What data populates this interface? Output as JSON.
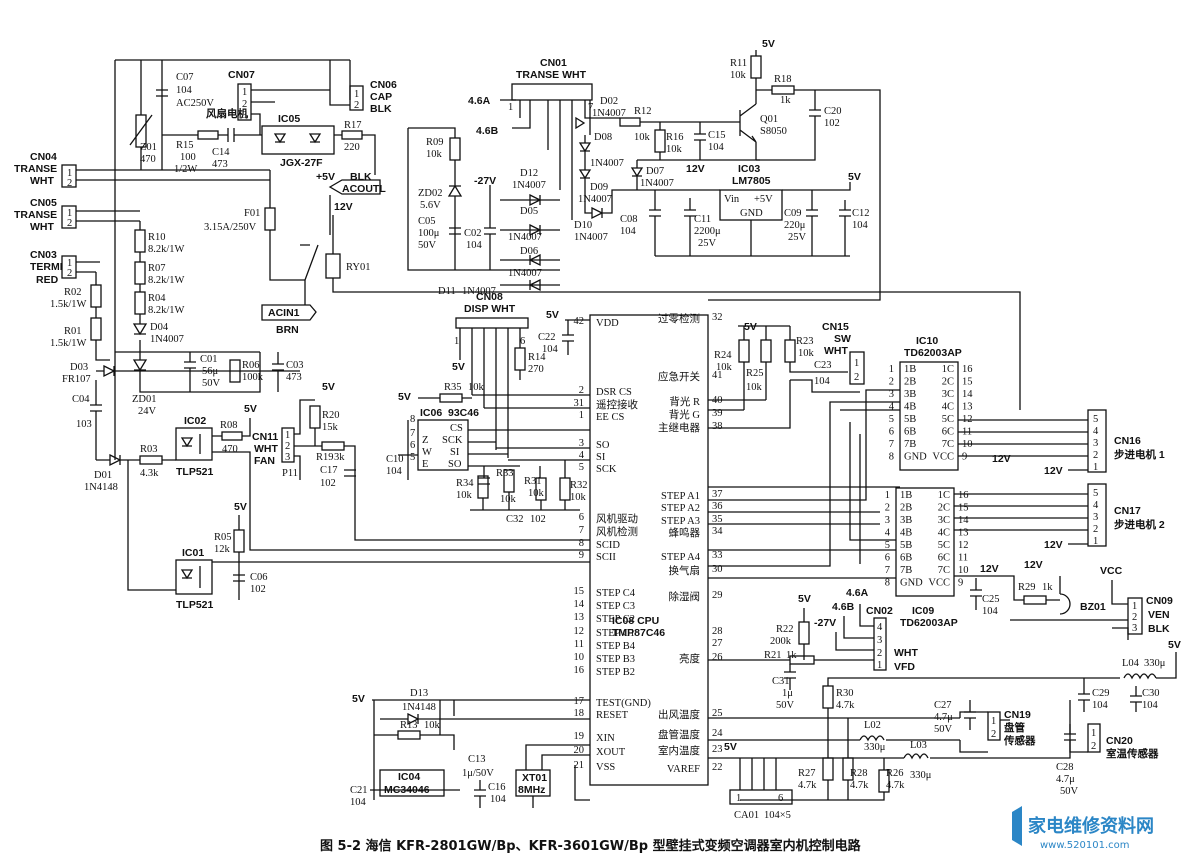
{
  "caption": "图 5-2  海信 KFR-2801GW/Bp、KFR-3601GW/Bp 型壁挂式变频空调器室内机控制电路",
  "watermark": {
    "title": "家电维修资料网",
    "url": "www.520101.com"
  },
  "connectors": {
    "CN04": [
      "CN04",
      "TRANSE",
      "WHT"
    ],
    "CN05": [
      "CN05",
      "TRANSE",
      "WHT"
    ],
    "CN03": [
      "CN03",
      "TERMI",
      "RED"
    ],
    "CN07": "CN07",
    "CN06": [
      "CN06",
      "CAP",
      "BLK"
    ],
    "CN01": [
      "CN01",
      "TRANSE WHT"
    ],
    "CN08": [
      "CN08",
      "DISP  WHT"
    ],
    "CN11": [
      "CN11",
      "WHT",
      "FAN"
    ],
    "CN15": [
      "CN15",
      "SW",
      "WHT"
    ],
    "CN16": [
      "CN16",
      "步进电机 1"
    ],
    "CN17": [
      "CN17",
      "步进电机 2"
    ],
    "CN09": [
      "CN09",
      "VEN",
      "BLK"
    ],
    "CN02": [
      "CN02",
      "WHT",
      "VFD"
    ],
    "CN19": [
      "CN19",
      "盘管",
      "传感器"
    ],
    "CN20": [
      "CN20",
      "室温传感器"
    ]
  },
  "labels": {
    "ACOUTL": "ACOUTL",
    "ACIN1": "ACIN1",
    "BRN": "BRN",
    "BLK": "BLK",
    "fan_motor": "风扇电机",
    "v5": "5V",
    "v12": "12V",
    "plus5": "+5V",
    "m27": "-27V",
    "a46a": "4.6A",
    "a46b": "4.6B",
    "vcc": "VCC"
  },
  "components": {
    "C07": [
      "C07",
      "104",
      "AC250V"
    ],
    "Z01": [
      "Z01",
      "470"
    ],
    "R15": [
      "R15",
      "100",
      "1/2W"
    ],
    "C14": [
      "C14",
      "473"
    ],
    "IC05": [
      "IC05",
      "JGX-27F"
    ],
    "R17": [
      "R17",
      "220"
    ],
    "F01": [
      "F01",
      "3.15A/250V"
    ],
    "RY01": "RY01",
    "R10": [
      "R10",
      "8.2k/1W"
    ],
    "R07": [
      "R07",
      "8.2k/1W"
    ],
    "R04": [
      "R04",
      "8.2k/1W"
    ],
    "D04": [
      "D04",
      "1N4007"
    ],
    "R02": [
      "R02",
      "1.5k/1W"
    ],
    "R01": [
      "R01",
      "1.5k/1W"
    ],
    "D03": [
      "D03",
      "FR107"
    ],
    "C01": [
      "C01",
      "56μ",
      "50V"
    ],
    "R06": [
      "R06",
      "100k"
    ],
    "C03": [
      "C03",
      "473"
    ],
    "ZD01": [
      "ZD01",
      "24V"
    ],
    "C04": [
      "C04",
      "103"
    ],
    "D01": [
      "D01",
      "1N4148"
    ],
    "R03": [
      "R03",
      "4.3k"
    ],
    "IC02": [
      "IC02",
      "TLP521"
    ],
    "R08": [
      "R08",
      "470"
    ],
    "R20": [
      "R20",
      "15k"
    ],
    "R19": [
      "R19",
      "3k"
    ],
    "C17": [
      "C17",
      "102"
    ],
    "P11": "P11",
    "R05": [
      "R05",
      "12k"
    ],
    "C06": [
      "C06",
      "102"
    ],
    "IC01": [
      "IC01",
      "TLP521"
    ],
    "R09": [
      "R09",
      "10k"
    ],
    "ZD02": [
      "ZD02",
      "5.6V"
    ],
    "C05": [
      "C05",
      "100μ",
      "50V"
    ],
    "C02": [
      "C02",
      "104"
    ],
    "D12": [
      "D12",
      "1N4007"
    ],
    "D05": [
      "D05",
      "1N4007"
    ],
    "D06": [
      "D06",
      "1N4007"
    ],
    "D11": [
      "D11",
      "1N4007"
    ],
    "D02": [
      "D02",
      "1N4007"
    ],
    "D08": [
      "D08",
      "1N4007"
    ],
    "D09": [
      "D09",
      "1N4007"
    ],
    "D10": [
      "D10",
      "1N4007"
    ],
    "D07": [
      "D07",
      "1N4007"
    ],
    "R12": [
      "R12",
      "10k"
    ],
    "R16": [
      "R16",
      "10k"
    ],
    "C15": [
      "C15",
      "104"
    ],
    "R11": [
      "R11",
      "10k"
    ],
    "R18": [
      "R18",
      "1k"
    ],
    "Q01": [
      "Q01",
      "S8050"
    ],
    "C20": [
      "C20",
      "102"
    ],
    "IC03": [
      "IC03",
      "LM7805"
    ],
    "C11": [
      "C11",
      "2200μ",
      "25V"
    ],
    "C08": [
      "C08",
      "104"
    ],
    "C09": [
      "C09",
      "220μ",
      "25V"
    ],
    "C12": [
      "C12",
      "104"
    ],
    "C22": [
      "C22",
      "104"
    ],
    "R14": [
      "R14",
      "270"
    ],
    "R35": [
      "R35",
      "10k"
    ],
    "IC06": [
      "IC06",
      "93C46"
    ],
    "C10": [
      "C10",
      "104"
    ],
    "R34": [
      "R34",
      "10k"
    ],
    "R33": [
      "R33",
      "10k"
    ],
    "R31": [
      "R31",
      "10k"
    ],
    "R32": [
      "R32",
      "10k"
    ],
    "C32": [
      "C32",
      "102"
    ],
    "R24": [
      "R24",
      "10k"
    ],
    "R25": [
      "R25",
      "10k"
    ],
    "R23": [
      "R23",
      "10k"
    ],
    "C23": [
      "C23",
      "104"
    ],
    "IC10": [
      "IC10",
      "TD62003AP"
    ],
    "IC09": [
      "IC09",
      "TD62003AP"
    ],
    "R29": [
      "R29",
      "1k"
    ],
    "BZ01": "BZ01",
    "C25": [
      "C25",
      "104"
    ],
    "R22": [
      "R22",
      "200k"
    ],
    "R21": [
      "R21",
      "1k"
    ],
    "C31": [
      "C31",
      "1μ",
      "50V"
    ],
    "R30": [
      "R30",
      "4.7k"
    ],
    "L02": [
      "L02",
      "330μ"
    ],
    "L03": [
      "L03",
      "330μ"
    ],
    "L04": [
      "L04",
      "330μ"
    ],
    "C27": [
      "C27",
      "4.7μ",
      "50V"
    ],
    "C29": [
      "C29",
      "104"
    ],
    "C30": [
      "C30",
      "104"
    ],
    "C28": [
      "C28",
      "4.7μ",
      "50V"
    ],
    "R27": [
      "R27",
      "4.7k"
    ],
    "R28": [
      "R28",
      "4.7k"
    ],
    "R26": [
      "R26",
      "4.7k"
    ],
    "CA01": [
      "CA01",
      "104×5"
    ],
    "D13": [
      "D13",
      "1N4148"
    ],
    "R13": [
      "R13",
      "10k"
    ],
    "IC04": [
      "IC04",
      "MC34046"
    ],
    "C21": [
      "C21",
      "104"
    ],
    "C13": [
      "C13",
      "1μ/50V"
    ],
    "C16": [
      "C16",
      "104"
    ],
    "XT01": [
      "XT01",
      "8MHz"
    ],
    "IC08": [
      "IC08 CPU",
      "TMP87C46"
    ]
  },
  "cpu_pins_left": [
    {
      "name": "VDD",
      "pin": "42"
    },
    {
      "name": "DSR CS",
      "pin": "2"
    },
    {
      "name": "遥控接收",
      "pin": "31"
    },
    {
      "name": "EE CS",
      "pin": "1"
    },
    {
      "name": "SO",
      "pin": "3"
    },
    {
      "name": "SI",
      "pin": "4"
    },
    {
      "name": "SCK",
      "pin": "5"
    },
    {
      "name": "风机驱动",
      "pin": "6"
    },
    {
      "name": "风机检测",
      "pin": "7"
    },
    {
      "name": "SCID",
      "pin": "8"
    },
    {
      "name": "SCII",
      "pin": "9"
    },
    {
      "name": "STEP C4",
      "pin": "15"
    },
    {
      "name": "STEP C3",
      "pin": "14"
    },
    {
      "name": "STEP C2",
      "pin": "13"
    },
    {
      "name": "STEP C1",
      "pin": "12"
    },
    {
      "name": "STEP B4",
      "pin": "11"
    },
    {
      "name": "STEP B3",
      "pin": "10"
    },
    {
      "name": "STEP B2",
      "pin": "16"
    },
    {
      "name": "TEST(GND)",
      "pin": "17"
    },
    {
      "name": "RESET",
      "pin": "18"
    },
    {
      "name": "XIN",
      "pin": "19"
    },
    {
      "name": "XOUT",
      "pin": "20"
    },
    {
      "name": "VSS",
      "pin": "21"
    }
  ],
  "cpu_pins_right": [
    {
      "name": "过零检测",
      "pin": "32"
    },
    {
      "name": "应急开关",
      "pin": "41"
    },
    {
      "name": "背光 R",
      "pin": "40"
    },
    {
      "name": "背光 G",
      "pin": "39"
    },
    {
      "name": "主继电器",
      "pin": "38"
    },
    {
      "name": "STEP A1",
      "pin": "37"
    },
    {
      "name": "STEP A2",
      "pin": "36"
    },
    {
      "name": "STEP A3",
      "pin": "35"
    },
    {
      "name": "蜂鸣器",
      "pin": "34"
    },
    {
      "name": "STEP A4",
      "pin": "33"
    },
    {
      "name": "换气扇",
      "pin": "30"
    },
    {
      "name": "除湿阀",
      "pin": "29"
    },
    {
      "name": "",
      "pin": "28"
    },
    {
      "name": "",
      "pin": "27"
    },
    {
      "name": "亮度",
      "pin": "26"
    },
    {
      "name": "出风温度",
      "pin": "25"
    },
    {
      "name": "盘管温度",
      "pin": "24"
    },
    {
      "name": "室内温度",
      "pin": "23"
    },
    {
      "name": "VAREF",
      "pin": "22"
    }
  ],
  "driver_pins": {
    "in": [
      "1B",
      "2B",
      "3B",
      "4B",
      "5B",
      "6B",
      "7B",
      "GND"
    ],
    "out": [
      "1C",
      "2C",
      "3C",
      "4C",
      "5C",
      "6C",
      "7C",
      "VCC"
    ],
    "in_nums": [
      "1",
      "2",
      "3",
      "4",
      "5",
      "6",
      "7",
      "8"
    ],
    "out_nums": [
      "16",
      "15",
      "14",
      "13",
      "12",
      "11",
      "10",
      "9"
    ]
  }
}
